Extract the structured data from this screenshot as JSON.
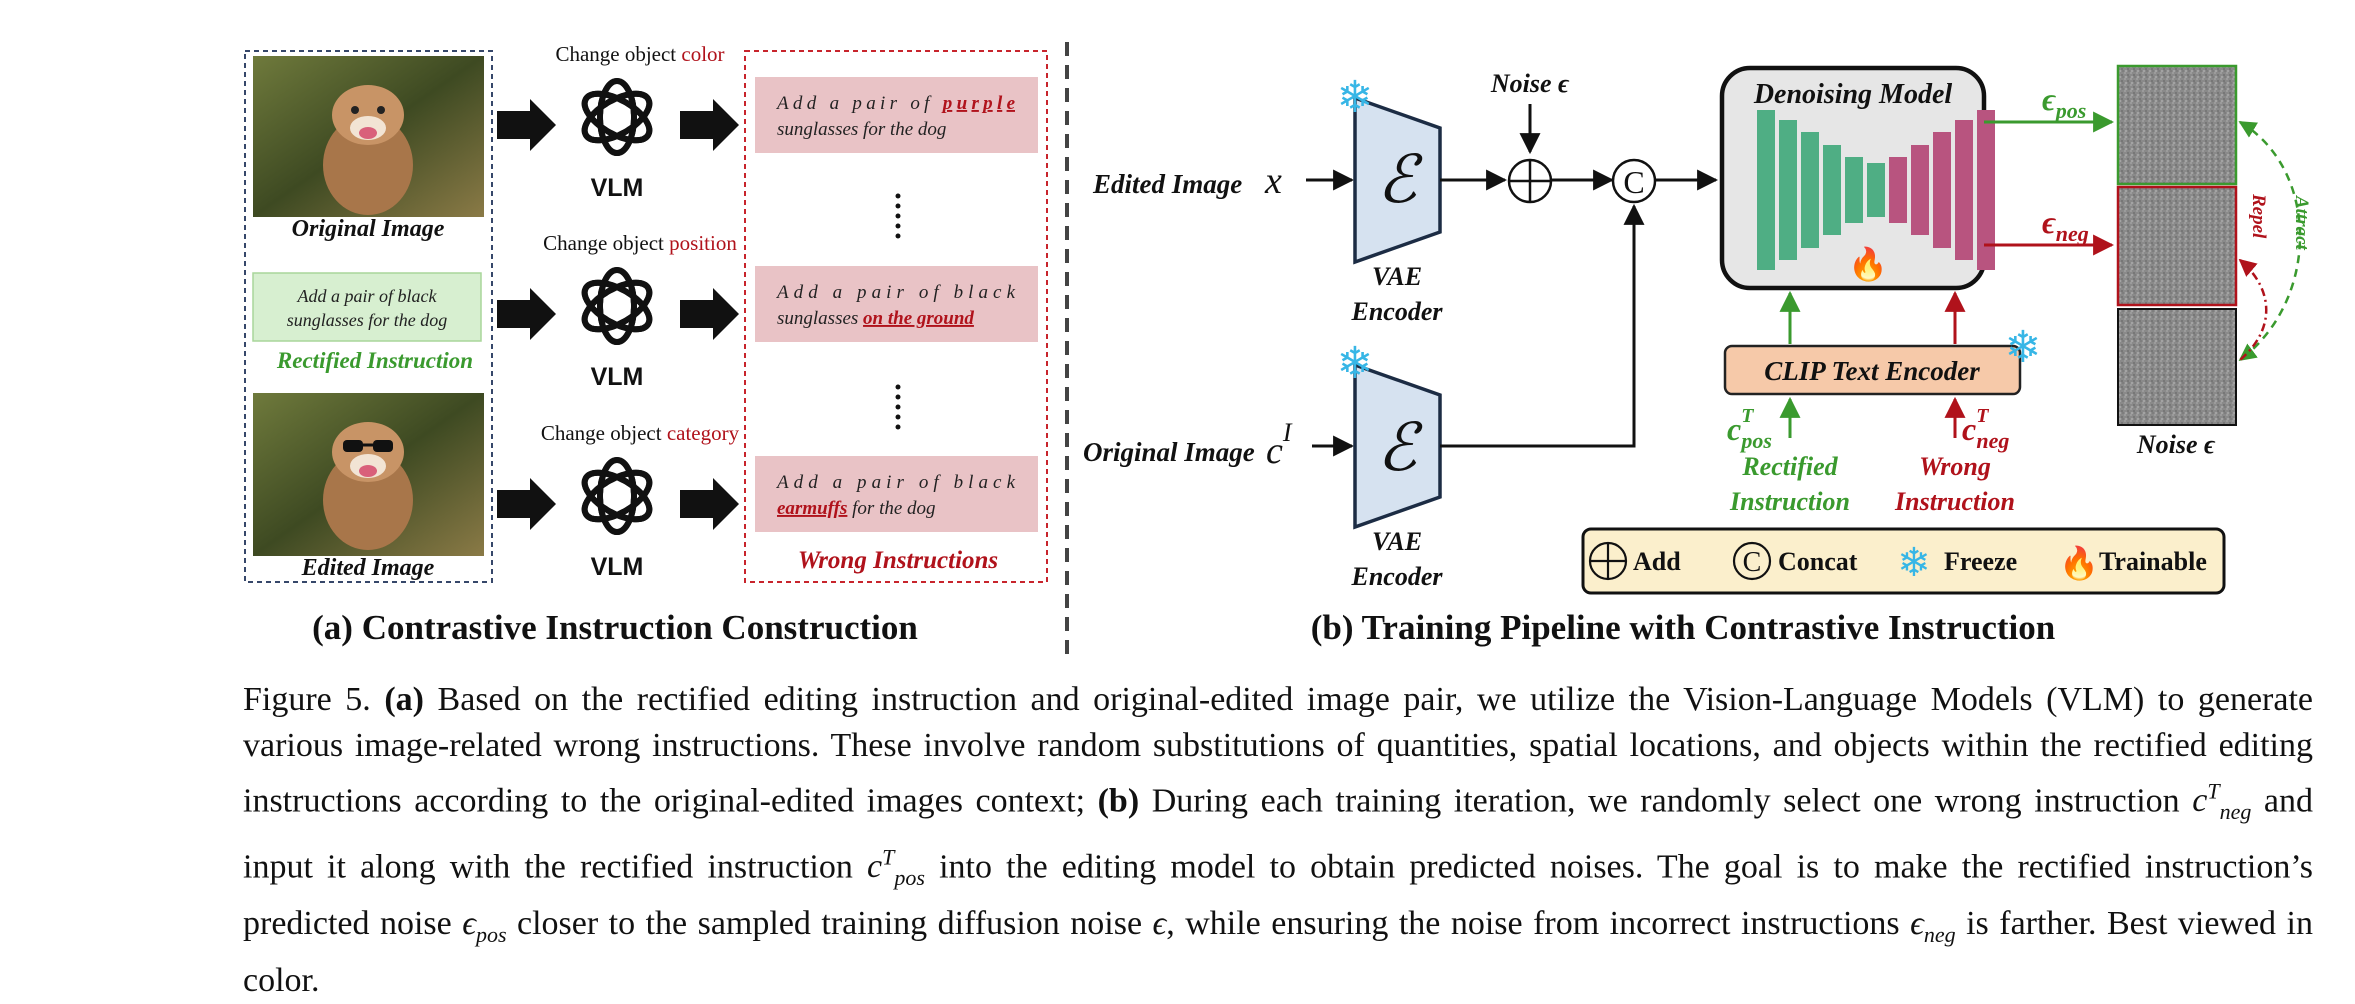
{
  "figure": {
    "panel_a": {
      "title": "(a) Contrastive Instruction Construction",
      "original_image_label": "Original Image",
      "edited_image_label": "Edited Image",
      "rectified_instruction_text_line1": "Add a pair of black",
      "rectified_instruction_text_line2": "sunglasses for the dog",
      "rectified_instruction_label": "Rectified Instruction",
      "rows": [
        {
          "change_prefix": "Change object ",
          "change_word": "color",
          "vlm_label": "VLM",
          "wrong_line1_prefix": "Add a pair of ",
          "wrong_line1_emph": "purple",
          "wrong_line2_prefix": "sunglasses for the dog",
          "wrong_line2_emph": ""
        },
        {
          "change_prefix": "Change object ",
          "change_word": "position",
          "vlm_label": "VLM",
          "wrong_line1_prefix": "Add a pair of black",
          "wrong_line1_emph": "",
          "wrong_line2_prefix": "sunglasses ",
          "wrong_line2_emph": "on the ground"
        },
        {
          "change_prefix": "Change object ",
          "change_word": "category",
          "vlm_label": "VLM",
          "wrong_line1_prefix": "Add a pair of black",
          "wrong_line1_emph": "",
          "wrong_line2_prefix": "",
          "wrong_line2_emph": "earmuffs",
          "wrong_line2_suffix": " for the dog"
        }
      ],
      "wrong_instructions_label": "Wrong Instructions"
    },
    "panel_b": {
      "title": "(b) Training Pipeline with Contrastive Instruction",
      "edited_image_label": "Edited Image",
      "edited_image_symbol": "x",
      "original_image_label": "Original Image",
      "original_image_symbol": "c",
      "original_image_sup": "I",
      "encoder_glyph": "ℰ",
      "vae_label_line1": "VAE",
      "vae_label_line2": "Encoder",
      "noise_label": "Noise ϵ",
      "denoising_title": "Denoising Model",
      "eps_pos": "ϵ",
      "eps_pos_sub": "pos",
      "eps_neg": "ϵ",
      "eps_neg_sub": "neg",
      "clip_label": "CLIP Text Encoder",
      "c_pos_base": "c",
      "c_pos_sub": "pos",
      "c_pos_sup": "T",
      "c_neg_base": "c",
      "c_neg_sub": "neg",
      "c_neg_sup": "T",
      "rectified_line1": "Rectified",
      "rectified_line2": "Instruction",
      "wrong_line1": "Wrong",
      "wrong_line2": "Instruction",
      "noise_out_label": "Noise ϵ",
      "attract_label": "Attract",
      "repel_label": "Repel",
      "legend": {
        "add": "Add",
        "concat": "Concat",
        "freeze": "Freeze",
        "trainable": "Trainable"
      },
      "concat_glyph": "C"
    },
    "colors": {
      "green": "#3a9a2e",
      "red": "#b0121b",
      "pink_box": "#e9c3c6",
      "green_box": "#d7efd0",
      "clip_fill": "#f6c9a9",
      "legend_fill": "#fbefcc",
      "encoder_fill": "#d6e2f0",
      "unet_green": "#4fae84",
      "unet_pink": "#b8547f",
      "snow": "#37b6e6",
      "flame": "#f05a1a"
    }
  },
  "caption": {
    "fig_label": "Figure 5.",
    "a_label": "(a)",
    "text_a": " Based on the rectified editing instruction and original-edited image pair, we utilize the Vision-Language Models (VLM) to generate various image-related wrong instructions. These involve random substitutions of quantities, spatial locations, and objects within the rectified editing instructions according to the original-edited images context; ",
    "b_label": "(b)",
    "text_b1": " During each training iteration, we randomly select one wrong instruction ",
    "c": "c",
    "neg": "neg",
    "pos": "pos",
    "T": "T",
    "text_b2": " and input it along with the rectified instruction ",
    "text_b3": " into the editing model to obtain predicted noises. The goal is to make the rectified instruction’s predicted noise ",
    "eps": "ϵ",
    "text_b4": " closer to the sampled training diffusion noise ",
    "text_b5": ", while ensuring the noise from incorrect instructions ",
    "text_b6": " is farther. Best viewed in color."
  }
}
